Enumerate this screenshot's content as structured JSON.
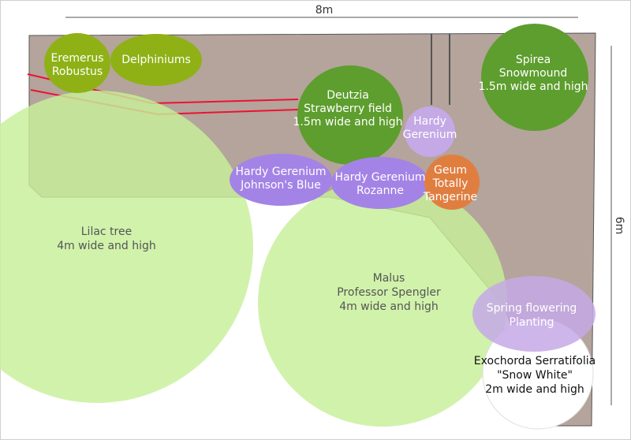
{
  "dimensions": {
    "width_label": "8m",
    "height_label": "6m"
  },
  "colors": {
    "border": "#cfcfcf",
    "bed": "#b4a49b",
    "bed_outline": "#555555",
    "lawn_green": "#c7ef99",
    "olive": "#8fb116",
    "mid_green": "#5d9e2e",
    "lilac_purple": "#a483e6",
    "light_lilac": "#c5a9e6",
    "orange": "#e07e40",
    "red_line": "#ee1133",
    "white": "#ffffff",
    "label_light": "#ffffff",
    "label_dark": "#555555"
  },
  "plants": [
    {
      "id": "lilac-tree",
      "lines": [
        "Lilac tree",
        "4m wide and high"
      ]
    },
    {
      "id": "malus",
      "lines": [
        "Malus",
        "Professor Spengler",
        "4m wide and high"
      ]
    },
    {
      "id": "exochorda",
      "lines": [
        "Exochorda Serratifolia",
        "\"Snow White\"",
        "2m wide and high"
      ]
    },
    {
      "id": "spring-flowering-planting",
      "lines": [
        "Spring flowering",
        "Planting"
      ]
    },
    {
      "id": "spirea",
      "lines": [
        "Spirea",
        "Snowmound",
        "1.5m wide and high"
      ]
    },
    {
      "id": "deutzia",
      "lines": [
        "Deutzia",
        "Strawberry field",
        "1.5m wide and high"
      ]
    },
    {
      "id": "hardy-geranium-small",
      "lines": [
        "Hardy",
        "Gerenium"
      ]
    },
    {
      "id": "hardy-geranium-johnsons-blue",
      "lines": [
        "Hardy Gerenium",
        "Johnson's Blue"
      ]
    },
    {
      "id": "hardy-geranium-rozanne",
      "lines": [
        "Hardy Gerenium",
        "Rozanne"
      ]
    },
    {
      "id": "geum",
      "lines": [
        "Geum",
        "Totally",
        "Tangerine"
      ]
    },
    {
      "id": "eremerus",
      "lines": [
        "Eremerus",
        "Robustus"
      ]
    },
    {
      "id": "delphiniums",
      "lines": [
        "Delphiniums"
      ]
    }
  ]
}
